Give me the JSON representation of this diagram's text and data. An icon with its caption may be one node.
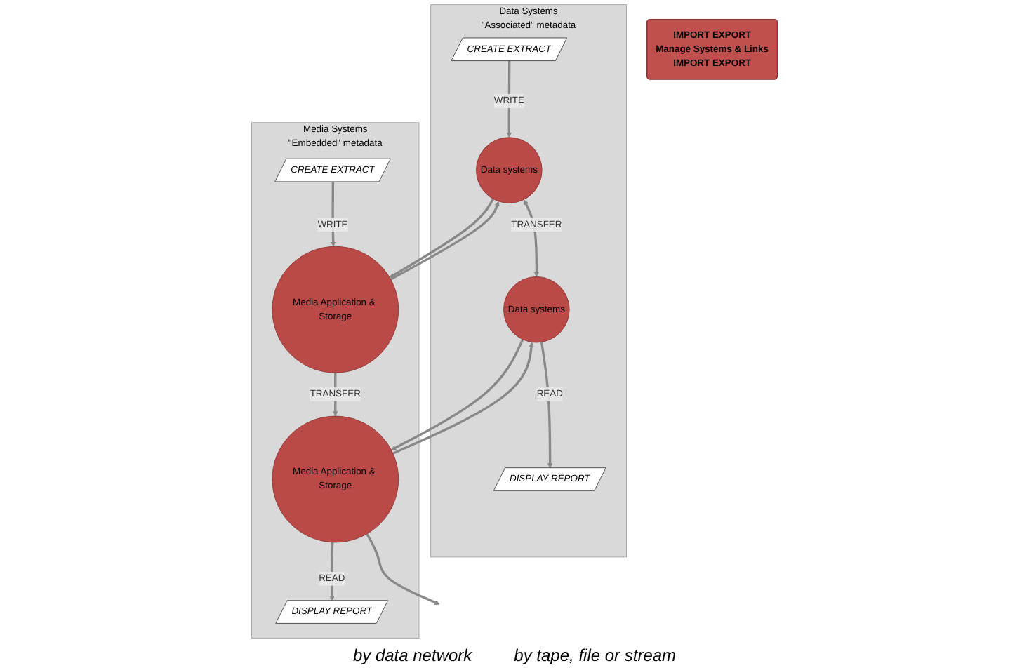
{
  "diagram": {
    "nodes": [
      {
        "text": [
          "Data Systems",
          "\"Associated\" metadata"
        ]
      },
      {
        "text": [
          "CREATE EXTRACT"
        ],
        "in": 0
      },
      {
        "text": [
          "Data systems"
        ],
        "in": 0
      },
      {
        "text": [
          "Data systems"
        ],
        "in": 0
      },
      {
        "text": [
          "DISPLAY REPORT"
        ],
        "in": 0
      },
      {
        "text": [
          "IMPORT EXPORT",
          "Manage Systems & Links",
          "IMPORT EXPORT"
        ]
      },
      {
        "text": [
          "Media Systems",
          "\"Embedded\" metadata"
        ]
      },
      {
        "text": [
          "CREATE EXTRACT"
        ],
        "in": 6
      },
      {
        "text": [
          "Media Application & Storage"
        ],
        "in": 6
      },
      {
        "text": [
          "Media Application & Storage"
        ],
        "in": 6
      },
      {
        "text": [
          "DISPLAY REPORT"
        ],
        "in": 6
      }
    ],
    "edges": [
      {
        "from": 2,
        "to": 3,
        "arrow": "both",
        "label": "TRANSFER"
      },
      {
        "from": 1,
        "to": 2,
        "arrow": "to",
        "label": "WRITE"
      },
      {
        "from": 3,
        "to": 4,
        "arrow": "to",
        "label": "READ"
      },
      {
        "from": 2,
        "to": 8,
        "arrow": "to"
      },
      {
        "from": 8,
        "to": 2,
        "arrow": "to"
      },
      {
        "from": 3,
        "to": 9,
        "arrow": "to"
      },
      {
        "from": 9,
        "to": 3,
        "arrow": "to"
      },
      {
        "from": 7,
        "to": 8,
        "arrow": "to",
        "label": "WRITE"
      },
      {
        "from": 9,
        "to": 10,
        "arrow": "to",
        "label": "READ"
      },
      {
        "from": 8,
        "to": 9,
        "arrow": "to",
        "label": "TRANSFER"
      },
      {
        "from": 9,
        "to": null,
        "arrow": "to"
      }
    ],
    "labels": [
      "by data network",
      "by tape, file or stream"
    ]
  }
}
